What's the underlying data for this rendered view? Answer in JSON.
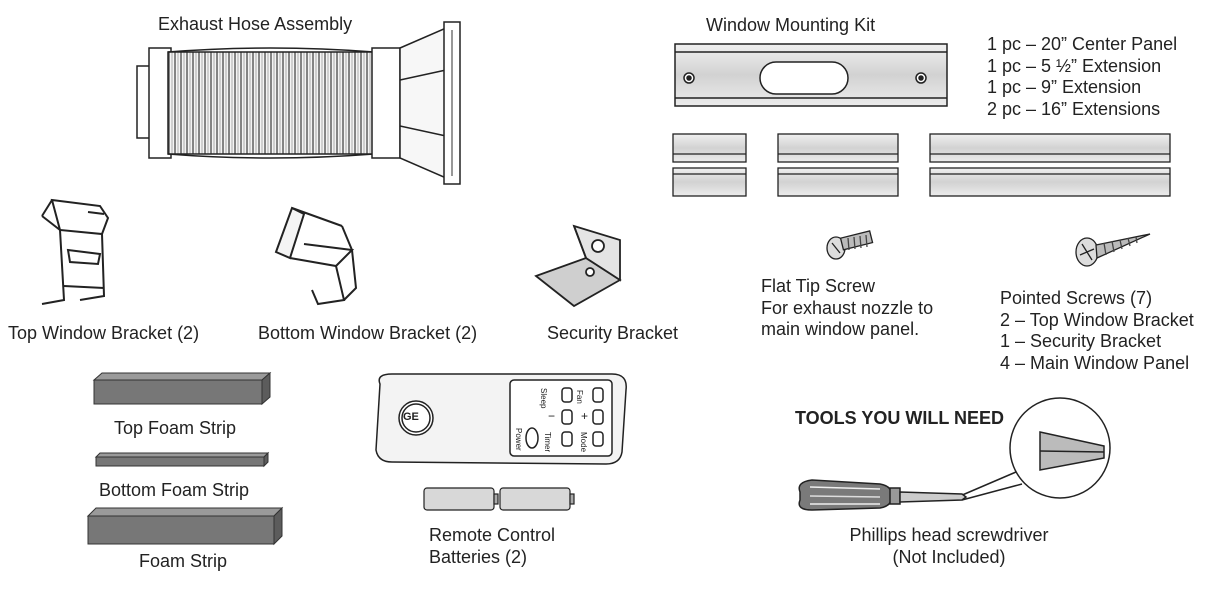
{
  "colors": {
    "line": "#222222",
    "metal_light": "#e0e0e0",
    "metal_mid": "#c4c4c4",
    "foam_top": "#8a8a8a",
    "foam_front": "#6f6f6f",
    "remote_body": "#f2f2f2"
  },
  "items": {
    "exhaust_hose": "Exhaust Hose Assembly",
    "window_kit": "Window Mounting Kit",
    "kit_contents": [
      "1 pc – 20” Center Panel",
      "1 pc – 5 ½” Extension",
      "1 pc – 9” Extension",
      "2 pc – 16” Extensions"
    ],
    "top_bracket": "Top Window Bracket (2)",
    "bottom_bracket": "Bottom Window Bracket (2)",
    "security_bracket": "Security Bracket",
    "flat_screw": {
      "title": "Flat Tip Screw",
      "desc": [
        "For exhaust nozzle to",
        "main window panel."
      ]
    },
    "pointed_screws": {
      "title": "Pointed Screws (7)",
      "lines": [
        "2 – Top Window Bracket",
        "1 – Security Bracket",
        "4 – Main Window Panel"
      ]
    },
    "top_foam": "Top Foam Strip",
    "bottom_foam": "Bottom Foam Strip",
    "foam_strip": "Foam Strip",
    "remote": {
      "title": "Remote Control",
      "batteries": "Batteries (2)",
      "buttons": {
        "sleep": "Sleep",
        "fan": "Fan",
        "minus": "−",
        "plus": "+",
        "timer": "Timer",
        "mode": "Mode",
        "power": "Power"
      },
      "logo": "GE"
    },
    "tools": {
      "heading": "TOOLS YOU WILL NEED",
      "screwdriver": "Phillips head screwdriver",
      "note": "(Not Included)"
    }
  }
}
